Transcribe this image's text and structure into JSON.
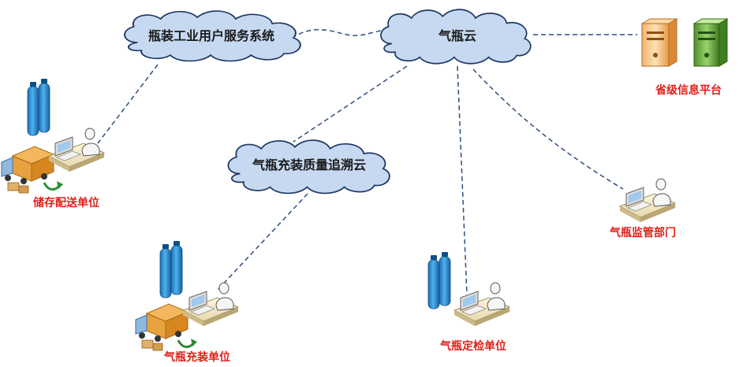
{
  "clouds": {
    "industry_system": {
      "label": "瓶装工业用户服务系统"
    },
    "cylinder_cloud": {
      "label": "气瓶云"
    },
    "trace_cloud": {
      "label": "气瓶充装质量追溯云"
    }
  },
  "nodes": {
    "provincial_platform": {
      "label": "省级信息平台"
    },
    "storage_distribution": {
      "label": "储存配送单位"
    },
    "supervision_dept": {
      "label": "气瓶监管部门"
    },
    "filling_unit": {
      "label": "气瓶充装单位"
    },
    "inspection_unit": {
      "label": "气瓶定检单位"
    }
  },
  "colors": {
    "cloud_fill": "#c6d9f1",
    "cloud_stroke": "#1f3763",
    "connector": "#2e4e7e",
    "label_red": "#e0201a",
    "cylinder_blue": "#2b8fd6"
  },
  "icons": {
    "cylinder": "gas-cylinder-icon",
    "workstation": "operator-workstation-icon",
    "truck": "delivery-truck-icon",
    "server": "server-icon"
  }
}
